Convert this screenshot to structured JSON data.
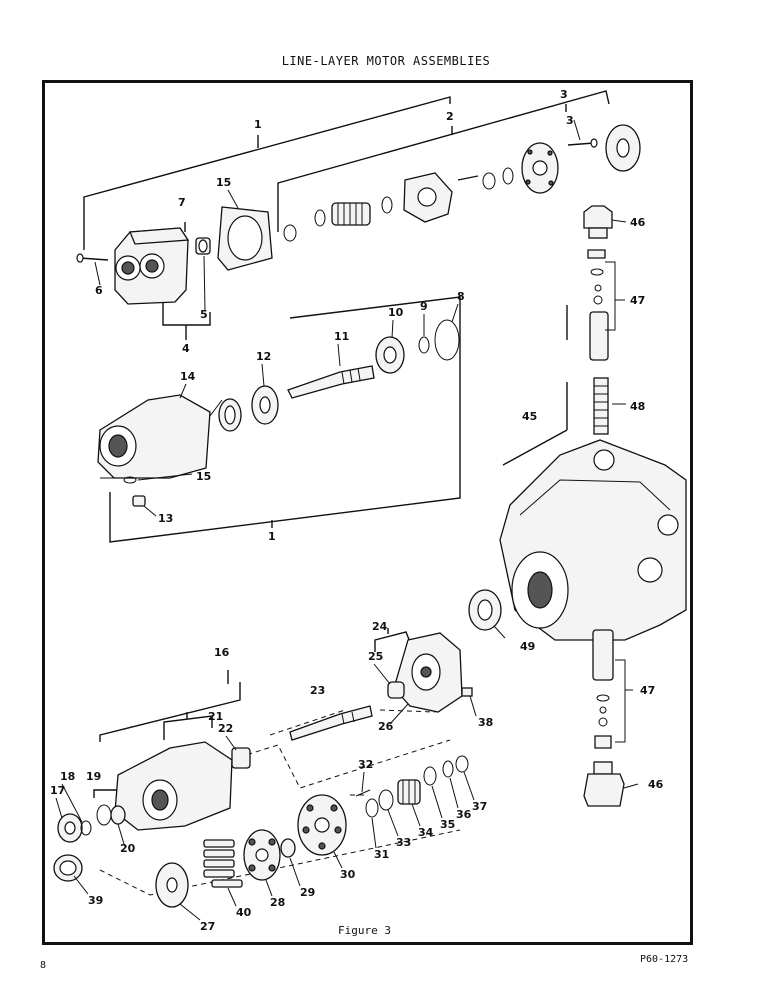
{
  "page_title": "LINE-LAYER MOTOR ASSEMBLIES",
  "caption": "Figure 3",
  "page_number": "8",
  "document_code": "P60-1273",
  "callouts": {
    "c1a": "1",
    "c2": "2",
    "c3a": "3",
    "c3b": "3",
    "c15a": "15",
    "c7": "7",
    "c6": "6",
    "c5": "5",
    "c4": "4",
    "c46a": "46",
    "c47a": "47",
    "c48": "48",
    "c8": "8",
    "c9": "9",
    "c10": "10",
    "c11": "11",
    "c12": "12",
    "c14": "14",
    "c15b": "15",
    "c13": "13",
    "c1b": "1",
    "c45": "45",
    "c49": "49",
    "c16": "16",
    "c24": "24",
    "c25": "25",
    "c23": "23",
    "c26": "26",
    "c38": "38",
    "c21": "21",
    "c22": "22",
    "c47b": "47",
    "c18": "18",
    "c19": "19",
    "c17": "17",
    "c20": "20",
    "c32": "32",
    "c31": "31",
    "c33": "33",
    "c34": "34",
    "c35": "35",
    "c36": "36",
    "c37": "37",
    "c46b": "46",
    "c39": "39",
    "c27": "27",
    "c40": "40",
    "c28": "28",
    "c29": "29",
    "c30": "30"
  }
}
